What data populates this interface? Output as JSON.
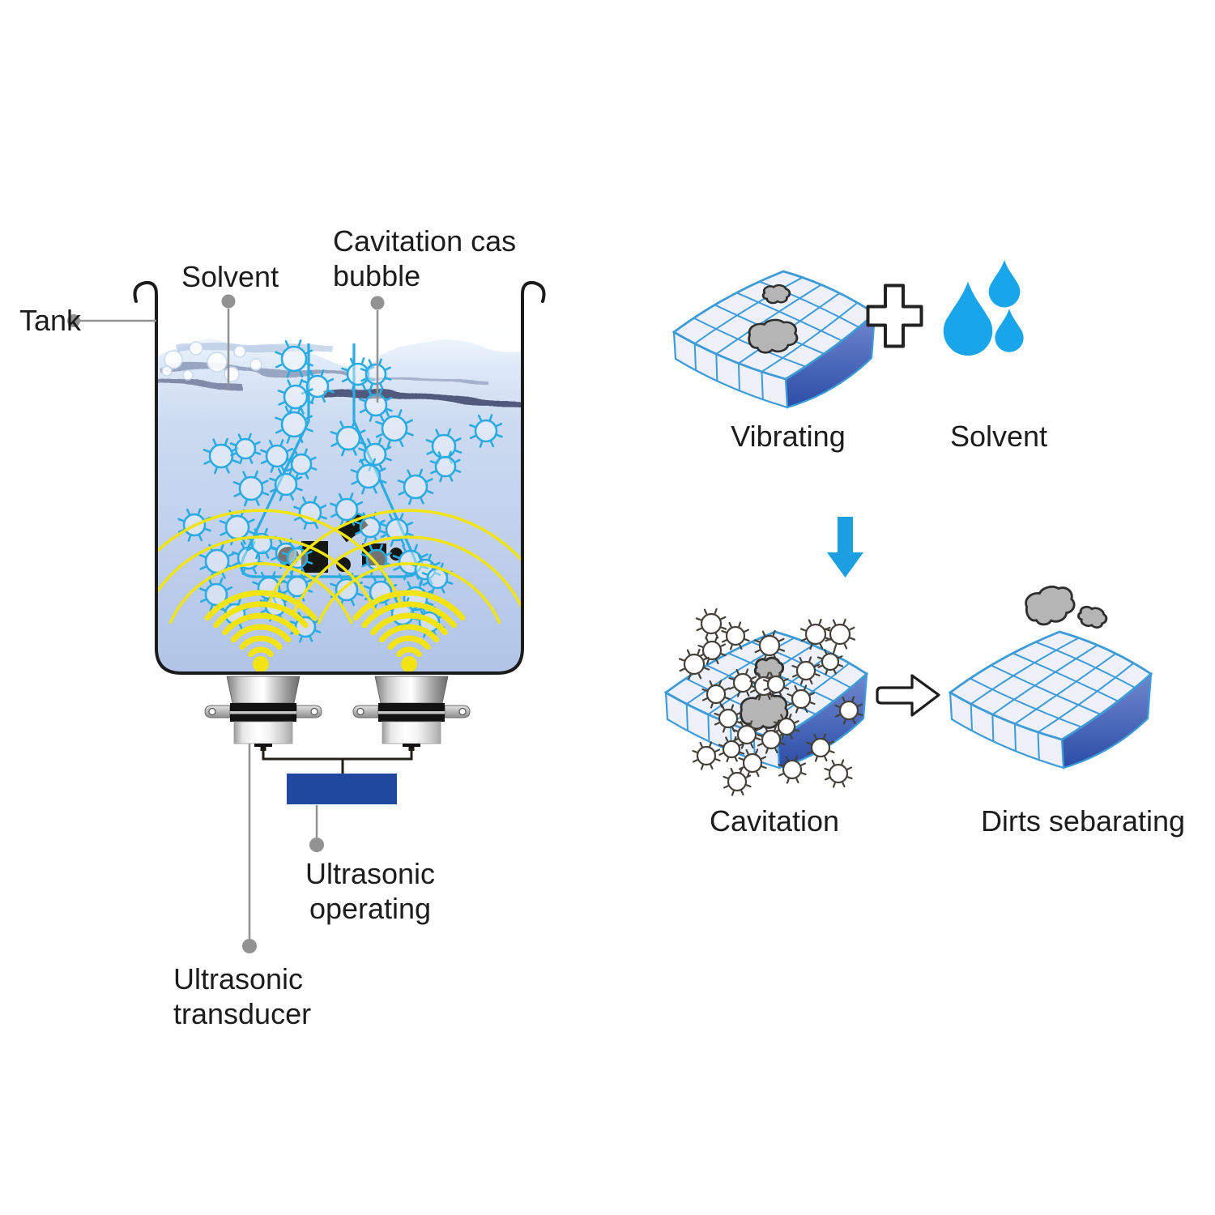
{
  "tank_diagram": {
    "labels": {
      "tank": "Tank",
      "solvent": "Solvent",
      "cavitation_bubble_line1": "Cavitation cas",
      "cavitation_bubble_line2": "bubble",
      "ultrasonic_operating_line1": "Ultrasonic",
      "ultrasonic_operating_line2": "operating",
      "ultrasonic_transducer_line1": "Ultrasonic",
      "ultrasonic_transducer_line2": "transducer"
    }
  },
  "process_panel": {
    "steps": [
      {
        "label": "Vibrating"
      },
      {
        "label": "Solvent"
      },
      {
        "label": "Cavitation"
      },
      {
        "label": "Dirts sebarating"
      }
    ]
  },
  "icons": {
    "plus": "+",
    "arrow_down": "↓",
    "arrow_right": "→",
    "water_drop": "💧",
    "cavitation_bubble": "sun-burst-circle",
    "ultrasound_wave": "concentric-arcs"
  },
  "colors": {
    "bubble_blue": "#2aabe2",
    "wave_yellow": "#f2e313",
    "water_drop_blue": "#18a5e9",
    "arrow_blue": "#1b9fe0",
    "generator_box_blue": "#21489f",
    "tank_water_light": "#dfeaf8",
    "tank_water_deep": "#b2c5e8",
    "tile_line_blue": "#3d9bd8",
    "tile_face": "#eef0fa",
    "tile_side_top": "#7088cf",
    "tile_side_bottom": "#2b4da6",
    "dirt_gray": "#b5b5b5",
    "dirt_black": "#171712",
    "leader_gray": "#929292",
    "outline_black": "#1b1b1b"
  }
}
